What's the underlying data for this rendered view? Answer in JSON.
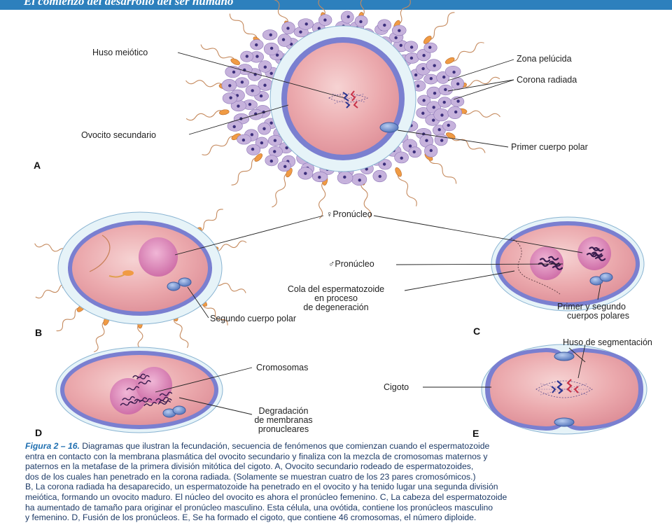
{
  "header": {
    "title": "El comienzo del desarrollo del ser humano"
  },
  "labels": {
    "huso_meiotico": "Huso meiótico",
    "ovocito_secundario": "Ovocito secundario",
    "zona_pelucida": "Zona pelúcida",
    "corona_radiada": "Corona radiada",
    "primer_cuerpo_polar": "Primer cuerpo polar",
    "pronucleo_femenino": "♀Pronúcleo",
    "pronucleo_masculino": "♂Pronúcleo",
    "cola_l1": "Cola del espermatozoide",
    "cola_l2": "en proceso",
    "cola_l3": "de degeneración",
    "segundo_cuerpo_polar": "Segundo cuerpo polar",
    "primer_segundo_l1": "Primer y segundo",
    "primer_segundo_l2": "cuerpos polares",
    "huso_segmentacion": "Huso de segmentación",
    "cromosomas": "Cromosomas",
    "cigoto": "Cigoto",
    "degradacion_l1": "Degradación",
    "degradacion_l2": "de membranas",
    "degradacion_l3": "pronucleares"
  },
  "panels": {
    "a": "A",
    "b": "B",
    "c": "C",
    "d": "D",
    "e": "E"
  },
  "caption": {
    "figure": "Figura 2 – 16.",
    "lines": [
      "Diagramas que ilustran la fecundación, secuencia de fenómenos que comienzan cuando el espermatozoide",
      "entra en contacto con la membrana plasmática del ovocito secundario y finaliza con la mezcla de cromosomas maternos y",
      "paternos en la metafase de la primera división mitótica del cigoto. A, Ovocito secundario rodeado de espermatozoides,",
      "dos de los cuales han penetrado en la corona radiada. (Solamente se muestran cuatro de los 23 pares cromosómicos.)",
      "B, La corona radiada ha desaparecido, un espermatozoide ha penetrado en el ovocito y ha tenido lugar una segunda división",
      "meiótica, formando un ovocito maduro. El núcleo del ovocito es ahora el pronúcleo femenino. C, La cabeza del espermatozoide",
      "ha aumentado de tamaño para originar el pronúcleo masculino. Esta célula, una ovótida, contiene los pronúcleos masculino",
      "y femenino. D, Fusión de los pronúcleos. E, Se ha formado el cigoto, que contiene 46 cromosomas, el número diploide."
    ]
  },
  "colors": {
    "corona_fill": "#c6b2dc",
    "corona_nucleus": "#3c2f7c",
    "zona_fill": "#e4f2f8",
    "membrane": "#6e74c7",
    "cytoplasm": "#e9a3a8",
    "pronucleus": "#d980b4",
    "chromosome": "#3a1c4e",
    "sperm_head": "#f09b44",
    "polar_body": "#6f8fce",
    "header_bg": "#2d80bd",
    "caption_text": "#1d3a66"
  }
}
